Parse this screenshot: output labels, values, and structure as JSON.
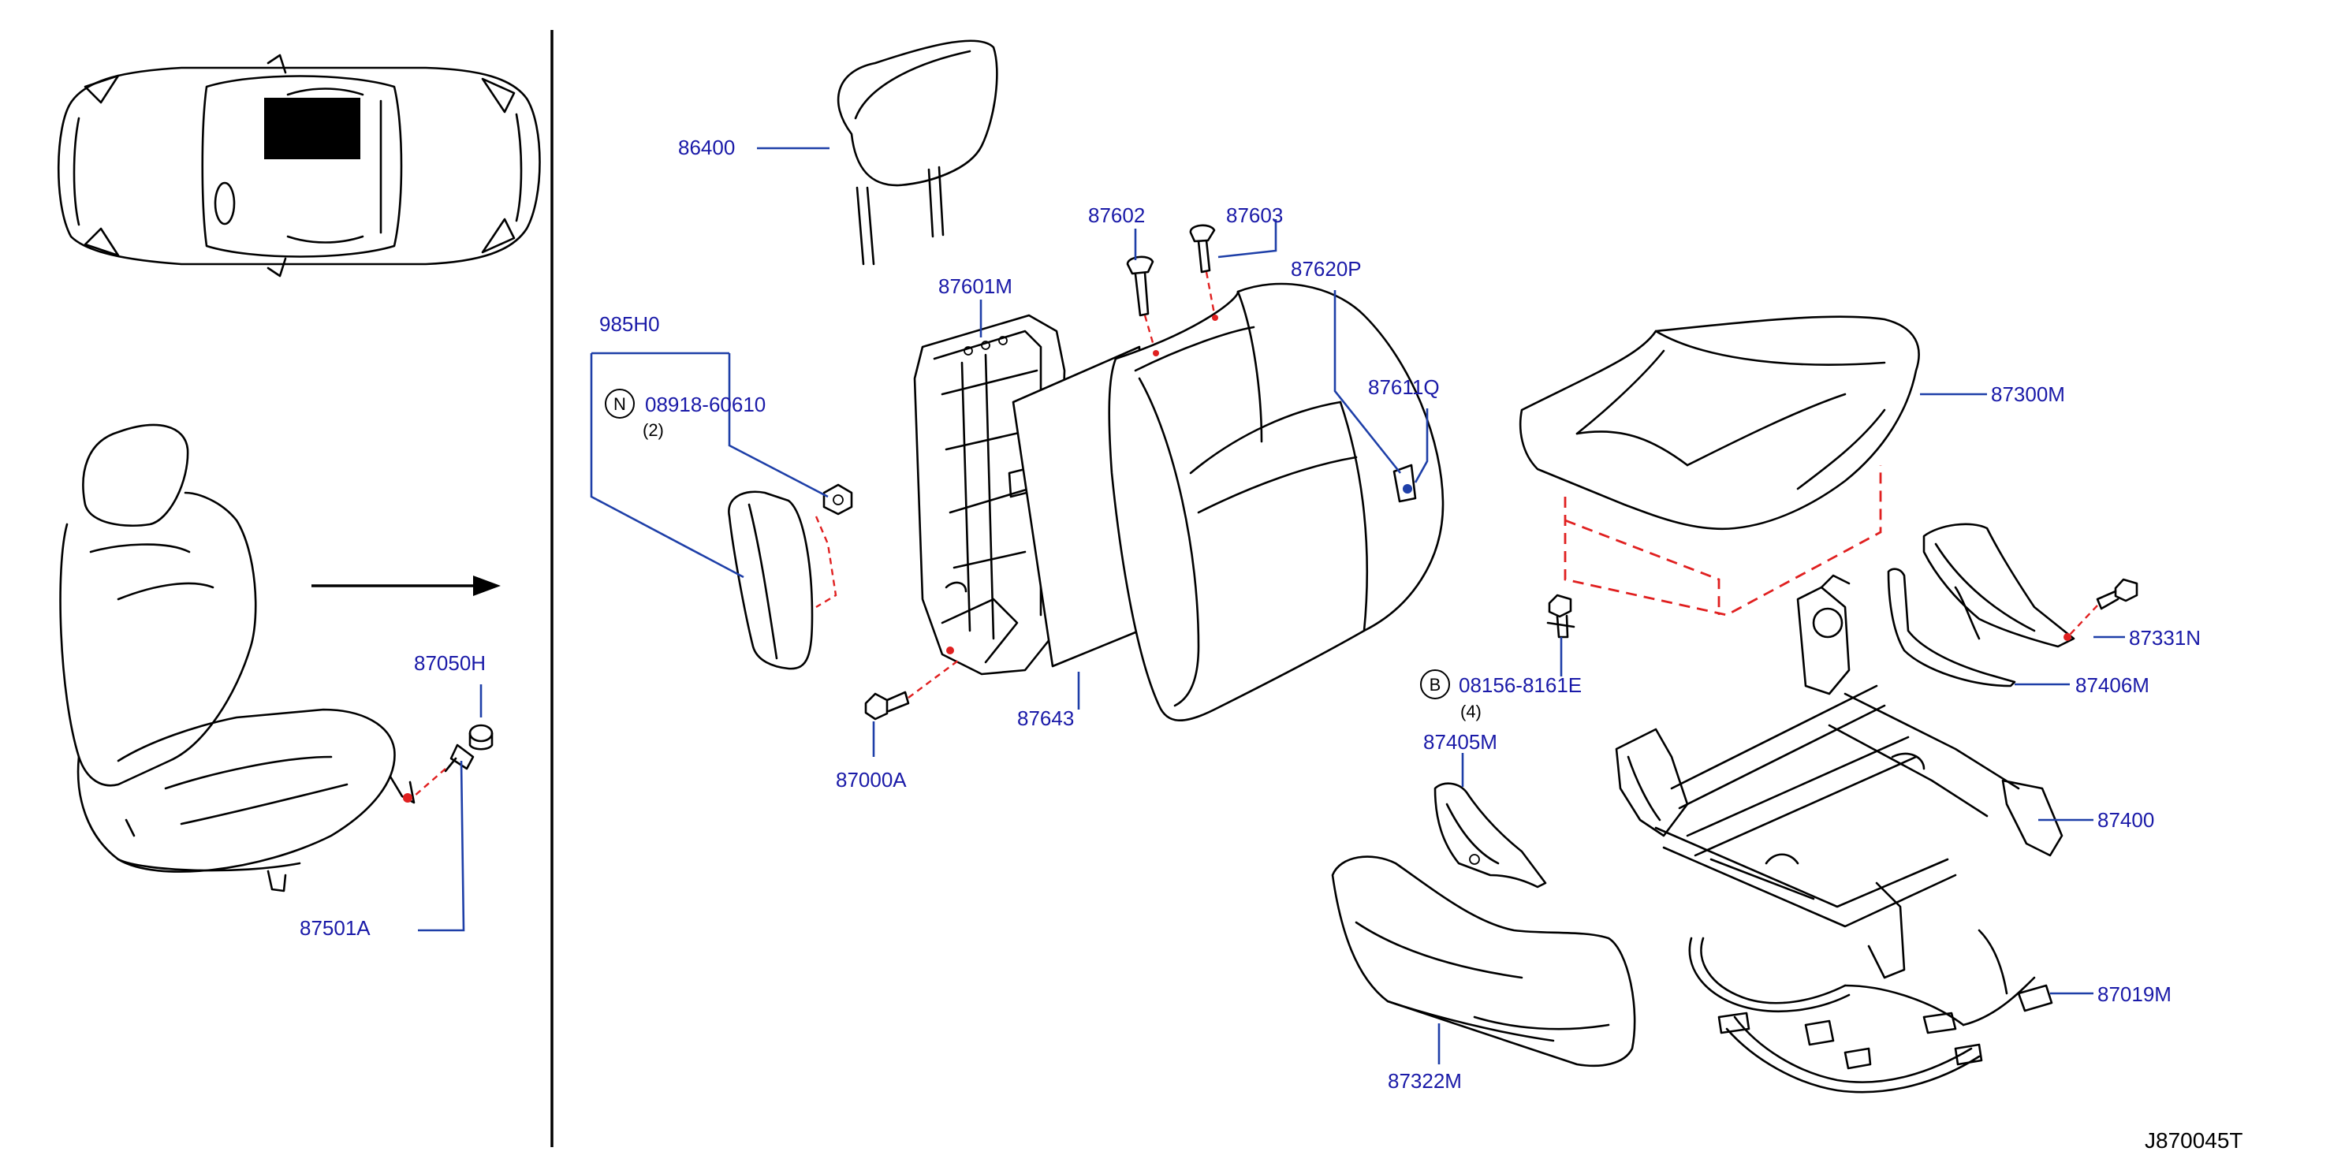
{
  "colors": {
    "label_text": "#1a1aa8",
    "leader_line": "#1e3fa8",
    "fastener_dash": "#e02020",
    "outline": "#000000",
    "background": "#ffffff"
  },
  "diagram_code": "J870045T",
  "callouts": [
    {
      "id": "86400",
      "text": "86400"
    },
    {
      "id": "87602",
      "text": "87602"
    },
    {
      "id": "87603",
      "text": "87603"
    },
    {
      "id": "87601M",
      "text": "87601M"
    },
    {
      "id": "87620P",
      "text": "87620P"
    },
    {
      "id": "985H0",
      "text": "985H0"
    },
    {
      "id": "08918-60610",
      "text": "08918-60610",
      "marker": "N",
      "qty": "(2)"
    },
    {
      "id": "87611Q",
      "text": "87611Q"
    },
    {
      "id": "87300M",
      "text": "87300M"
    },
    {
      "id": "87050H",
      "text": "87050H"
    },
    {
      "id": "87643",
      "text": "87643"
    },
    {
      "id": "87000A",
      "text": "87000A"
    },
    {
      "id": "08156-8161E",
      "text": "08156-8161E",
      "marker": "B",
      "qty": "(4)"
    },
    {
      "id": "87331N",
      "text": "87331N"
    },
    {
      "id": "87406M",
      "text": "87406M"
    },
    {
      "id": "87405M",
      "text": "87405M"
    },
    {
      "id": "87400",
      "text": "87400"
    },
    {
      "id": "87501A",
      "text": "87501A"
    },
    {
      "id": "87019M",
      "text": "87019M"
    },
    {
      "id": "87322M",
      "text": "87322M"
    }
  ]
}
